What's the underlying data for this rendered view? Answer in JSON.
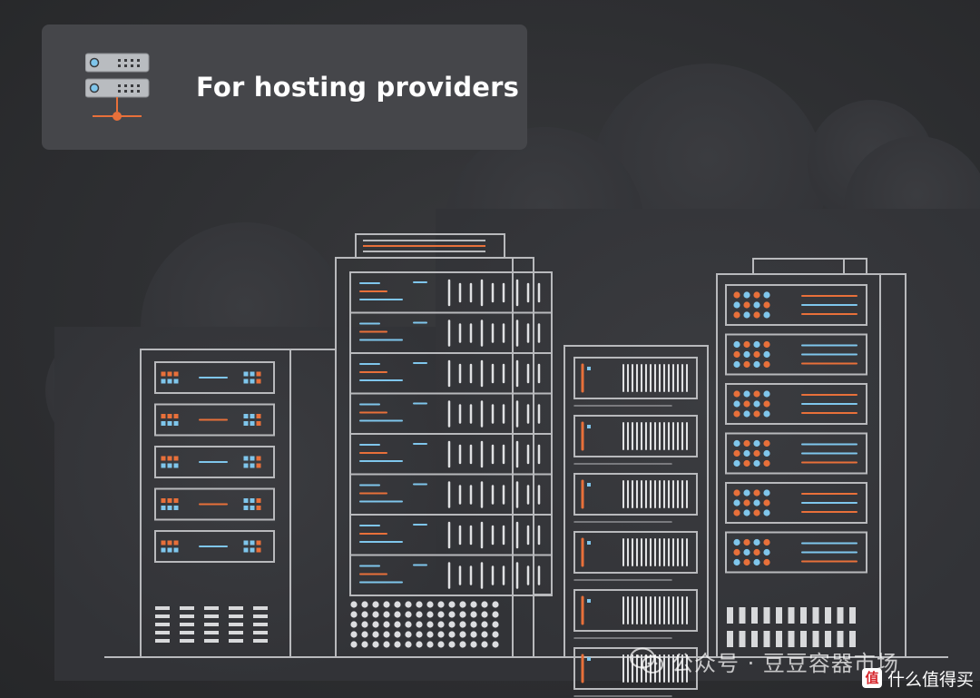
{
  "title_card": {
    "title": "For hosting providers",
    "icon": "server-stack-icon"
  },
  "illustration": {
    "icon": "server-racks-illustration-icon"
  },
  "watermark": {
    "icon": "wechat-icon",
    "text": "公众号 · 豆豆容器市场"
  },
  "brand": {
    "logo_text": "值",
    "text": "什么值得买"
  },
  "colors": {
    "background": "#2c2d30",
    "card": "#45464a",
    "line": "#b8b9bc",
    "orange": "#e8703a",
    "blue": "#7fc6ec",
    "white": "#ffffff"
  }
}
